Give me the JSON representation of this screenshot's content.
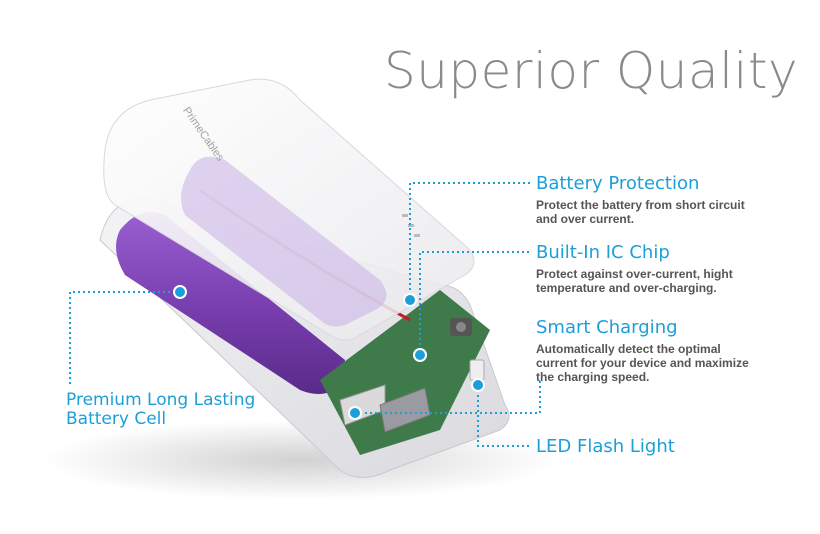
{
  "title": "Superior Quality",
  "brand": "PrimeCables",
  "features": [
    {
      "heading": "Battery Protection",
      "desc": [
        "Protect the battery from short circuit",
        "and over current."
      ]
    },
    {
      "heading": "Built-In IC Chip",
      "desc": [
        "Protect against over-current, hight",
        "temperature and over-charging."
      ]
    },
    {
      "heading": "Smart Charging",
      "desc": [
        "Automatically detect the optimal",
        "current for your device and maximize",
        "the charging speed."
      ]
    },
    {
      "heading": "LED Flash Light",
      "desc": []
    }
  ],
  "battery_callout": [
    "Premium Long Lasting",
    "Battery Cell"
  ],
  "colors": {
    "accent": "#1c9fd8",
    "title": "#8a8a8a",
    "battery": "#7a3fb0"
  }
}
